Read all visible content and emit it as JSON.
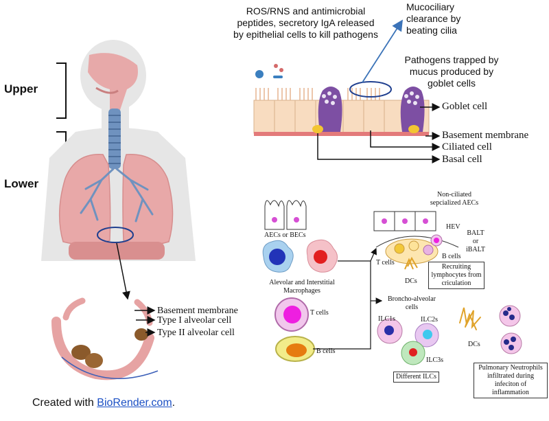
{
  "regions": {
    "upper": "Upper",
    "lower": "Lower"
  },
  "airway": {
    "ros_note": "ROS/RNS and antimicrobial peptides, secretory IgA released by epithelial cells to kill pathogens",
    "mucociliary": "Mucociliary clearance by beating cilia",
    "trapped": "Pathogens trapped by mucus produced by goblet cells",
    "goblet_cell": "Goblet cell",
    "basement_membrane": "Basement membrane",
    "ciliated_cell": "Ciliated cell",
    "basal_cell": "Basal cell"
  },
  "alveolus": {
    "basement_membrane": "Basement membrane",
    "type1": "Type I alveolar cell",
    "type2": "Type II alveolar cell"
  },
  "immune": {
    "aecs": "AECs or BECs",
    "macrophages": "Alevolar and Interstitial Macrophages",
    "t_cells": "T cells",
    "b_cells": "B cells",
    "non_ciliated": "Non-ciliated sepcialized AECs",
    "hev": "HEV",
    "balt": "BALT or iBALT",
    "t_cells_balt": "T cells",
    "b_cells_balt": "B cells",
    "dcs_balt": "DCs",
    "recruiting": "Recruiting lymphocytes from criculation",
    "broncho": "Broncho-alveolar cells",
    "ilc1": "ILC1s",
    "ilc2": "ILC2s",
    "ilc3": "ILC3s",
    "different_ilcs": "Different ILCs",
    "dcs": "DCs",
    "neutrophils": "Pulmonary Neutrophils infiltrated during infeciton of inflammation"
  },
  "credit": {
    "prefix": "Created with ",
    "link": " BioRender.com",
    "suffix": "."
  }
}
